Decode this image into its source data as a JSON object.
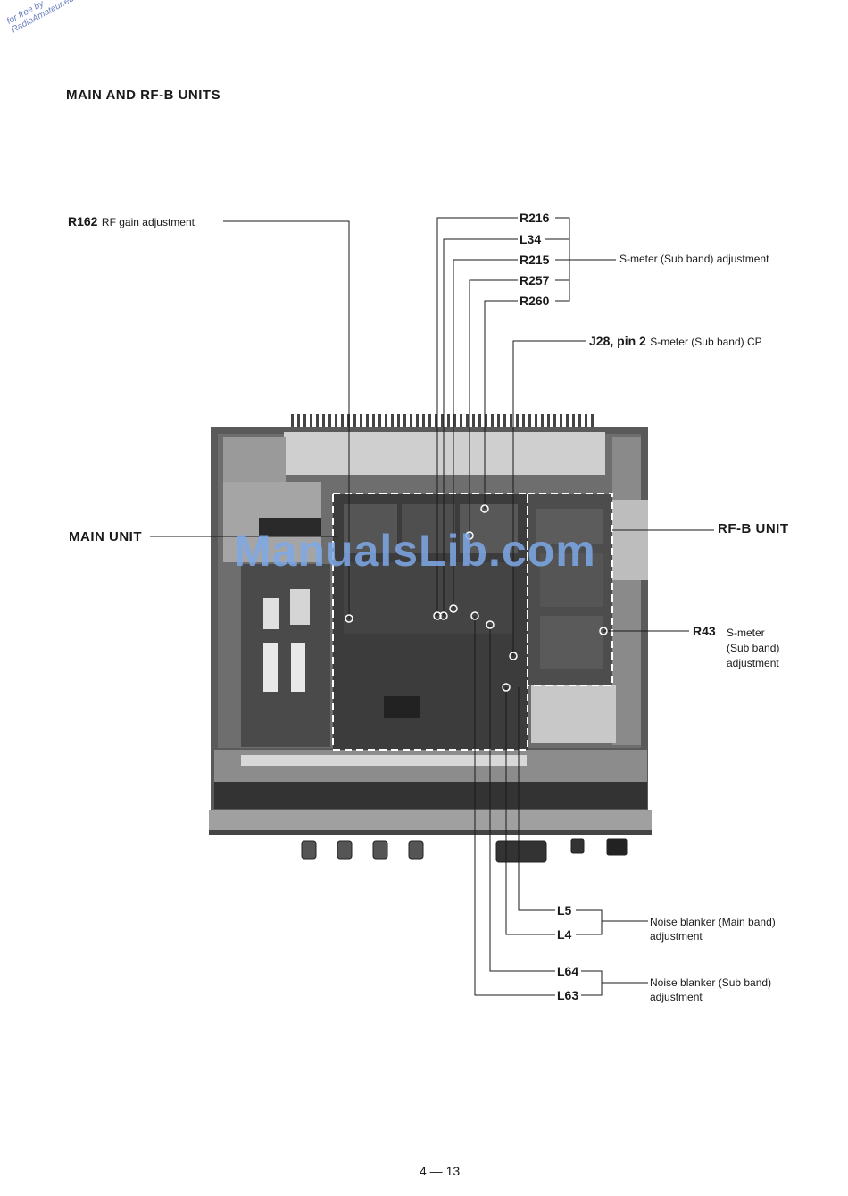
{
  "corner_watermark": [
    "for free by",
    "RadioAmateur.eu"
  ],
  "heading": "MAIN AND RF-B UNITS",
  "callouts": {
    "r162": {
      "ref": "R162",
      "desc": "RF gain adjustment"
    },
    "r216": {
      "ref": "R216"
    },
    "l34": {
      "ref": "L34"
    },
    "r215": {
      "ref": "R215"
    },
    "r257": {
      "ref": "R257"
    },
    "r260": {
      "ref": "R260"
    },
    "smeter_sub_adj": {
      "desc": "S-meter (Sub band) adjustment"
    },
    "j28": {
      "ref": "J28, pin 2",
      "desc": "S-meter (Sub band) CP"
    },
    "r43": {
      "ref": "R43",
      "desc_lines": [
        "S-meter",
        "(Sub band)",
        "adjustment"
      ]
    },
    "l5": {
      "ref": "L5"
    },
    "l4": {
      "ref": "L4"
    },
    "nb_main": {
      "desc_lines": [
        "Noise blanker (Main band)",
        "adjustment"
      ]
    },
    "l64": {
      "ref": "L64"
    },
    "l63": {
      "ref": "L63"
    },
    "nb_sub": {
      "desc_lines": [
        "Noise blanker (Sub band)",
        "adjustment"
      ]
    }
  },
  "units": {
    "main": "MAIN UNIT",
    "rfb": "RF-B UNIT"
  },
  "watermark": "ManualsLib.com",
  "page_number": "4 — 13",
  "colors": {
    "ink": "#1a1a1a",
    "chassis": "#3a3a3a",
    "board": "#4a4a4a",
    "watermark": "#7ea9e8"
  }
}
